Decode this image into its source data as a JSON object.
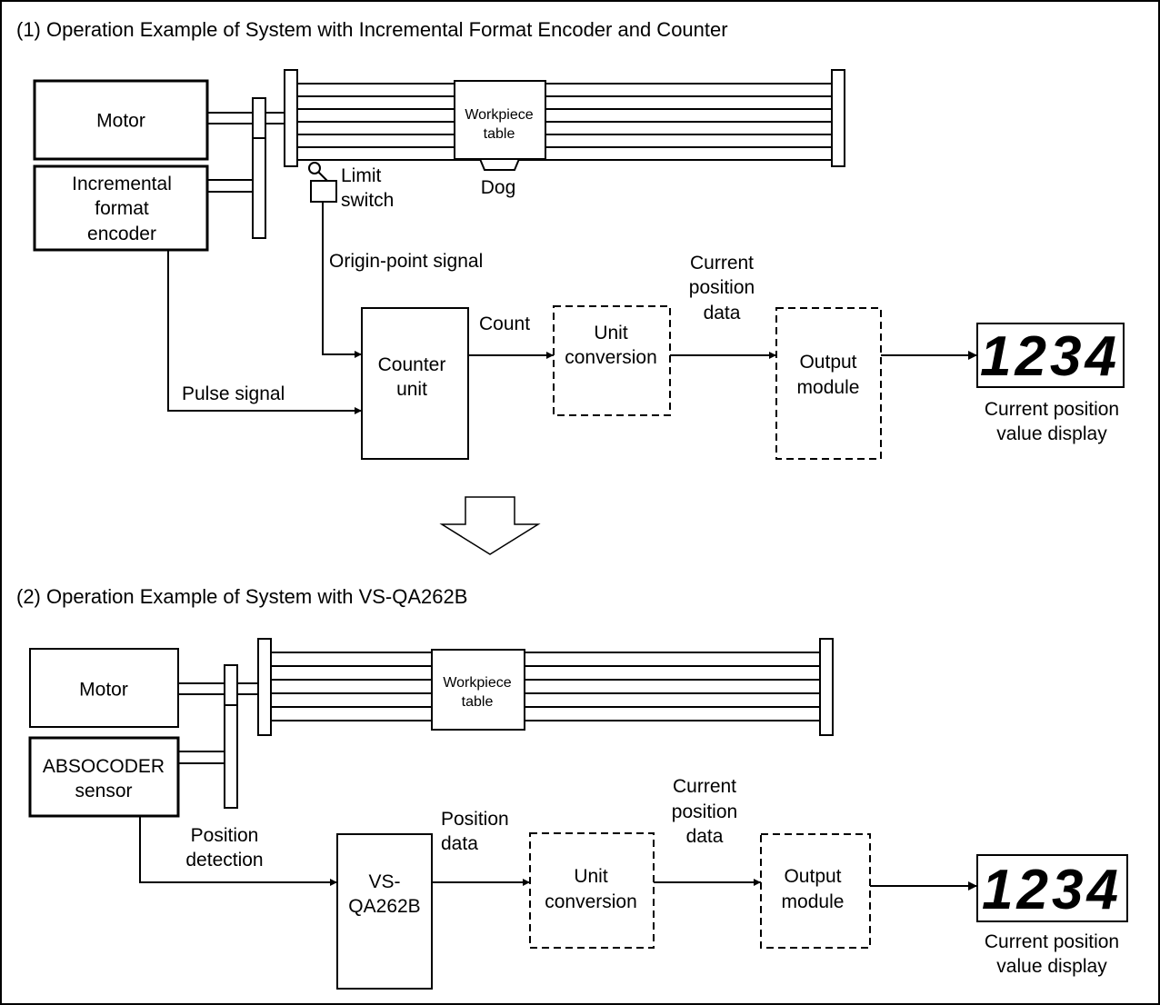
{
  "section1": {
    "title": "(1) Operation Example of System with Incremental Format Encoder and Counter",
    "motor": "Motor",
    "encoder_lines": [
      "Incremental",
      "format",
      "encoder"
    ],
    "workpiece_lines": [
      "Workpiece",
      "table"
    ],
    "dog": "Dog",
    "limit_switch_lines": [
      "Limit",
      "switch"
    ],
    "origin_signal": "Origin-point signal",
    "pulse_signal": "Pulse signal",
    "counter_lines": [
      "Counter",
      "unit"
    ],
    "count": "Count",
    "unit_conversion_lines": [
      "Unit",
      "conversion"
    ],
    "current_position_data_lines": [
      "Current",
      "position",
      "data"
    ],
    "output_module_lines": [
      "Output",
      "module"
    ],
    "display_value": "1234",
    "display_caption_lines": [
      "Current position",
      "value display"
    ]
  },
  "section2": {
    "title": "(2) Operation Example of System with VS-QA262B",
    "motor": "Motor",
    "sensor_lines": [
      "ABSOCODER",
      "sensor"
    ],
    "workpiece_lines": [
      "Workpiece",
      "table"
    ],
    "position_detection_lines": [
      "Position",
      "detection"
    ],
    "controller_lines": [
      "VS-",
      "QA262B"
    ],
    "position_data_lines": [
      "Position",
      "data"
    ],
    "unit_conversion_lines": [
      "Unit",
      "conversion"
    ],
    "current_position_data_lines": [
      "Current",
      "position",
      "data"
    ],
    "output_module_lines": [
      "Output",
      "module"
    ],
    "display_value": "1234",
    "display_caption_lines": [
      "Current position",
      "value display"
    ]
  }
}
